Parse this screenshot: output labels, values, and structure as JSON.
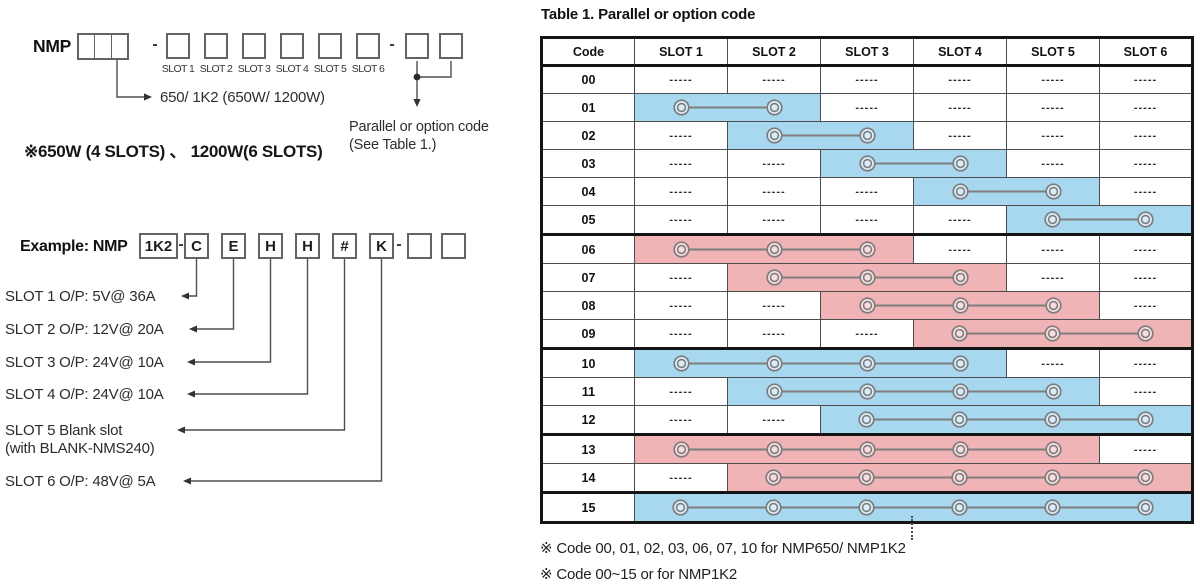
{
  "diagram": {
    "model_prefix": "NMP",
    "separator": "-",
    "slot_labels": [
      "SLOT 1",
      "SLOT 2",
      "SLOT 3",
      "SLOT 4",
      "SLOT 5",
      "SLOT 6"
    ],
    "wattage_callout": "650/ 1K2 (650W/ 1200W)",
    "wattage_note": "※650W (4 SLOTS) 、 1200W(6 SLOTS)",
    "parallel_callout_line1": "Parallel or option code",
    "parallel_callout_line2": "(See Table 1.)"
  },
  "example": {
    "label": "Example: NMP",
    "model_code": "1K2",
    "separator": "-",
    "slot_codes": [
      "C",
      "E",
      "H",
      "H",
      "#",
      "K"
    ],
    "slots": [
      {
        "label": "SLOT 1  O/P: 5V@ 36A"
      },
      {
        "label": "SLOT 2  O/P: 12V@ 20A"
      },
      {
        "label": "SLOT 3  O/P: 24V@ 10A"
      },
      {
        "label": "SLOT 4  O/P: 24V@ 10A"
      },
      {
        "label": "SLOT 5  Blank slot",
        "sublabel": "(with BLANK-NMS240)"
      },
      {
        "label": "SLOT 6  O/P: 48V@ 5A"
      }
    ]
  },
  "table1": {
    "title": "Table 1. Parallel or option code",
    "columns": [
      "Code",
      "SLOT 1",
      "SLOT 2",
      "SLOT 3",
      "SLOT 4",
      "SLOT 5",
      "SLOT 6"
    ],
    "dash": "-----",
    "colors": {
      "blue": "#a8d7f0",
      "pink": "#f0b3b6"
    },
    "rows": [
      {
        "code": "00",
        "span": null
      },
      {
        "code": "01",
        "span": {
          "start": 1,
          "len": 2,
          "color": "blue"
        }
      },
      {
        "code": "02",
        "span": {
          "start": 2,
          "len": 2,
          "color": "blue"
        }
      },
      {
        "code": "03",
        "span": {
          "start": 3,
          "len": 2,
          "color": "blue"
        }
      },
      {
        "code": "04",
        "span": {
          "start": 4,
          "len": 2,
          "color": "blue"
        }
      },
      {
        "code": "05",
        "span": {
          "start": 5,
          "len": 2,
          "color": "blue"
        },
        "group_end": true
      },
      {
        "code": "06",
        "span": {
          "start": 1,
          "len": 3,
          "color": "pink"
        }
      },
      {
        "code": "07",
        "span": {
          "start": 2,
          "len": 3,
          "color": "pink"
        }
      },
      {
        "code": "08",
        "span": {
          "start": 3,
          "len": 3,
          "color": "pink"
        }
      },
      {
        "code": "09",
        "span": {
          "start": 4,
          "len": 3,
          "color": "pink"
        },
        "group_end": true
      },
      {
        "code": "10",
        "span": {
          "start": 1,
          "len": 4,
          "color": "blue"
        }
      },
      {
        "code": "11",
        "span": {
          "start": 2,
          "len": 4,
          "color": "blue"
        }
      },
      {
        "code": "12",
        "span": {
          "start": 3,
          "len": 4,
          "color": "blue"
        },
        "group_end": true
      },
      {
        "code": "13",
        "span": {
          "start": 1,
          "len": 5,
          "color": "pink"
        }
      },
      {
        "code": "14",
        "span": {
          "start": 2,
          "len": 5,
          "color": "pink"
        },
        "group_end": true
      },
      {
        "code": "15",
        "span": {
          "start": 1,
          "len": 6,
          "color": "blue"
        }
      }
    ],
    "notes": [
      "※  Code 00, 01, 02, 03, 06, 07, 10 for NMP650/ NMP1K2",
      "※  Code 00~15 or for NMP1K2"
    ]
  }
}
